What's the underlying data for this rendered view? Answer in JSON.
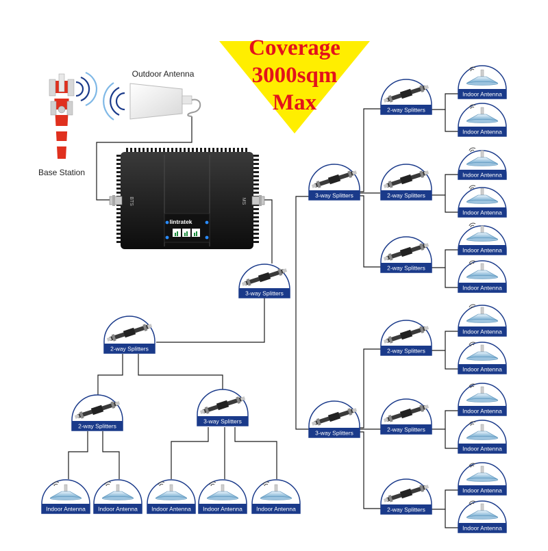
{
  "title": {
    "lines": [
      "Coverage",
      "3000sqm",
      "Max"
    ],
    "banner_color": "#ffee00",
    "text_color": "#e3121b"
  },
  "base_station": {
    "label": "Base Station"
  },
  "outdoor_antenna": {
    "label": "Outdoor Antenna"
  },
  "booster": {
    "brand": "lintratek",
    "port_left": "BTS",
    "port_right": "MS"
  },
  "splitters": {
    "two_way": "2-way Splitters",
    "three_way": "3-way Splitters"
  },
  "indoor_antenna": {
    "label": "Indoor Antenna"
  },
  "colors": {
    "badge_blue": "#1a3a8a",
    "wire": "#1a1a1a",
    "tower_red": "#e0301e"
  }
}
